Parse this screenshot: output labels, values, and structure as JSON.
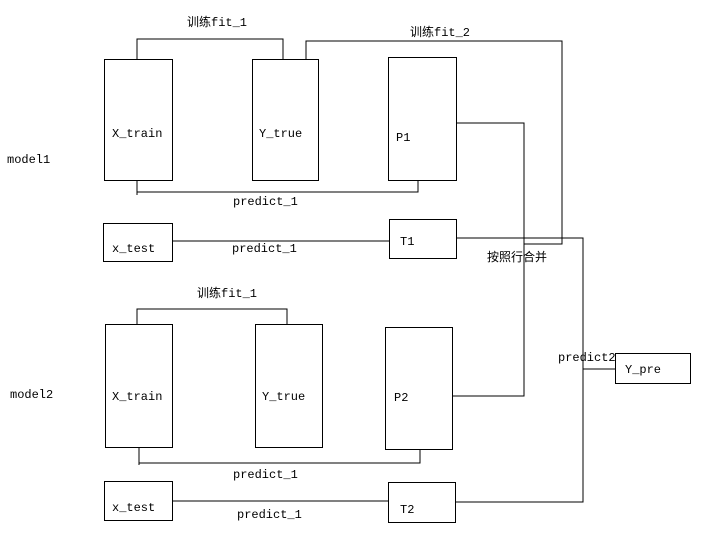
{
  "colors": {
    "background": "#ffffff",
    "line": "#000000",
    "text": "#000000"
  },
  "model1": {
    "label": "model1",
    "fit_label": "训练fit_1",
    "x_train": "X_train",
    "y_true": "Y_true",
    "p": "P1",
    "predict_top": "predict_1",
    "x_test": "x_test",
    "t": "T1",
    "predict_bottom": "predict_1"
  },
  "model2": {
    "label": "model2",
    "fit_label": "训练fit_1",
    "x_train": "X_train",
    "y_true": "Y_true",
    "p": "P2",
    "predict_top": "predict_1",
    "x_test": "x_test",
    "t": "T2",
    "predict_bottom": "predict_1"
  },
  "stacking": {
    "fit2_label": "训练fit_2",
    "merge_label": "按照行合并",
    "predict2_label": "predict2",
    "y_pre": "Y_pre"
  }
}
